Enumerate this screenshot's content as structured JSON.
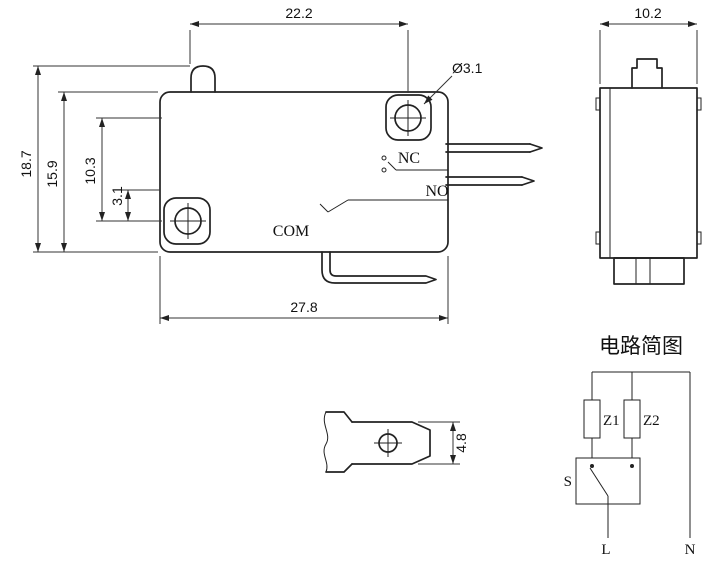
{
  "drawing": {
    "front": {
      "dim_top_width": "22.2",
      "dim_overall_height": "18.7",
      "dim_body_height": "15.9",
      "dim_hole_spacing": "10.3",
      "dim_hole_offset": "3.1",
      "hole_diameter": "Ø3.1",
      "terminal_nc": "NC",
      "terminal_no": "NO",
      "terminal_com": "COM",
      "dim_bottom_width": "27.8"
    },
    "side": {
      "dim_width": "10.2"
    },
    "terminal_detail": {
      "dim_blade_width": "4.8"
    },
    "circuit": {
      "title": "电路简图",
      "label_z1": "Z1",
      "label_z2": "Z2",
      "label_s": "S",
      "label_l": "L",
      "label_n": "N"
    }
  }
}
